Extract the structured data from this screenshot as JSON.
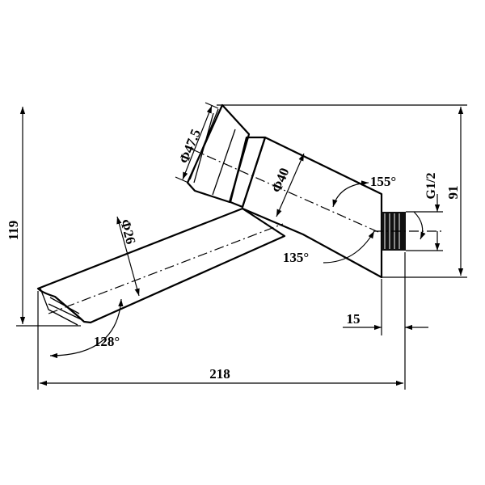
{
  "dimensions": {
    "overall_height": "119",
    "inlet_height": "91",
    "overall_length": "218",
    "inlet_depth": "15",
    "thread": "G1/2"
  },
  "diameters": {
    "knob": "47.5",
    "body": "40",
    "spout": "26"
  },
  "angles": {
    "knob_axis": "155°",
    "body_axis": "135°",
    "spout_axis": "128°"
  },
  "diameter_symbol": "Φ"
}
